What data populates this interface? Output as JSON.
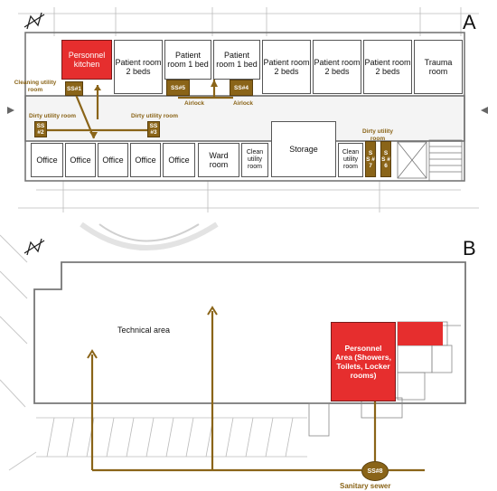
{
  "panel_a": {
    "letter": "A",
    "rooms": {
      "personnel_kitchen": "Personnel kitchen",
      "patient_2beds_1": "Patient room 2 beds",
      "patient_1bed_1": "Patient room 1 bed",
      "patient_1bed_2": "Patient room 1 bed",
      "patient_2beds_2": "Patient room 2 beds",
      "patient_2beds_3": "Patient room 2 beds",
      "patient_2beds_4": "Patient room 2 beds",
      "trauma": "Trauma room",
      "office_1": "Office",
      "office_2": "Office",
      "office_3": "Office",
      "office_4": "Office",
      "office_5": "Office",
      "ward": "Ward room",
      "clean_utility_1": "Clean utility room",
      "storage": "Storage",
      "clean_utility_2": "Clean utility room"
    },
    "sampling_sites": {
      "ss1": "SS#1",
      "ss2": "SS #2",
      "ss3": "SS #3",
      "ss4": "SS#4",
      "ss5": "SS#5",
      "ss6": "S S # 6",
      "ss7": "S S # 7"
    },
    "labels": {
      "cleaning_utility": "Cleaning utility room",
      "dirty_utility_left": "Dirty utility room",
      "dirty_utility_mid": "Dirty utility room",
      "dirty_utility_right": "Dirty utility room",
      "airlock_left": "Airlock",
      "airlock_right": "Airlock"
    }
  },
  "panel_b": {
    "letter": "B",
    "technical_area": "Technical area",
    "personnel_area": "Personnel Area (Showers, Toilets, Locker rooms)",
    "ss8": "SS#8",
    "sanitary_sewer": "Sanitary sewer"
  },
  "colors": {
    "pipe": "#8a6418",
    "personnel_red": "#e62e2e",
    "wall": "#555555"
  }
}
